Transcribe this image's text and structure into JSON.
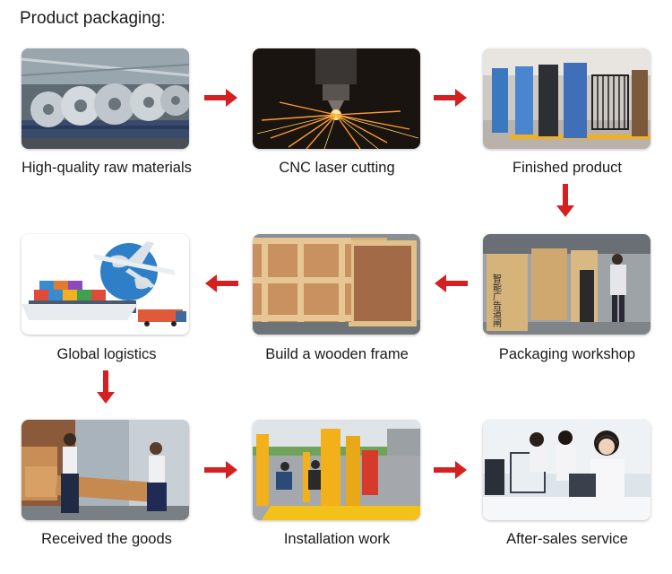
{
  "title": "Product packaging:",
  "steps": [
    {
      "label": "High-quality raw materials",
      "image": "steel-coils-warehouse"
    },
    {
      "label": "CNC laser cutting",
      "image": "laser-cutting-sparks"
    },
    {
      "label": "Finished product",
      "image": "turnstile-gates-showroom"
    },
    {
      "label": "Global logistics",
      "image": "globe-plane-ship-truck"
    },
    {
      "label": "Build a wooden frame",
      "image": "wooden-crates"
    },
    {
      "label": "Packaging workshop",
      "image": "cardboard-boxed-gates"
    },
    {
      "label": "Received the goods",
      "image": "workers-carrying-boxes"
    },
    {
      "label": "Installation work",
      "image": "yellow-gate-installation"
    },
    {
      "label": "After-sales service",
      "image": "call-center-headsets"
    }
  ],
  "box_text": "智能广告道闸",
  "colors": {
    "arrow": "#d42020"
  }
}
